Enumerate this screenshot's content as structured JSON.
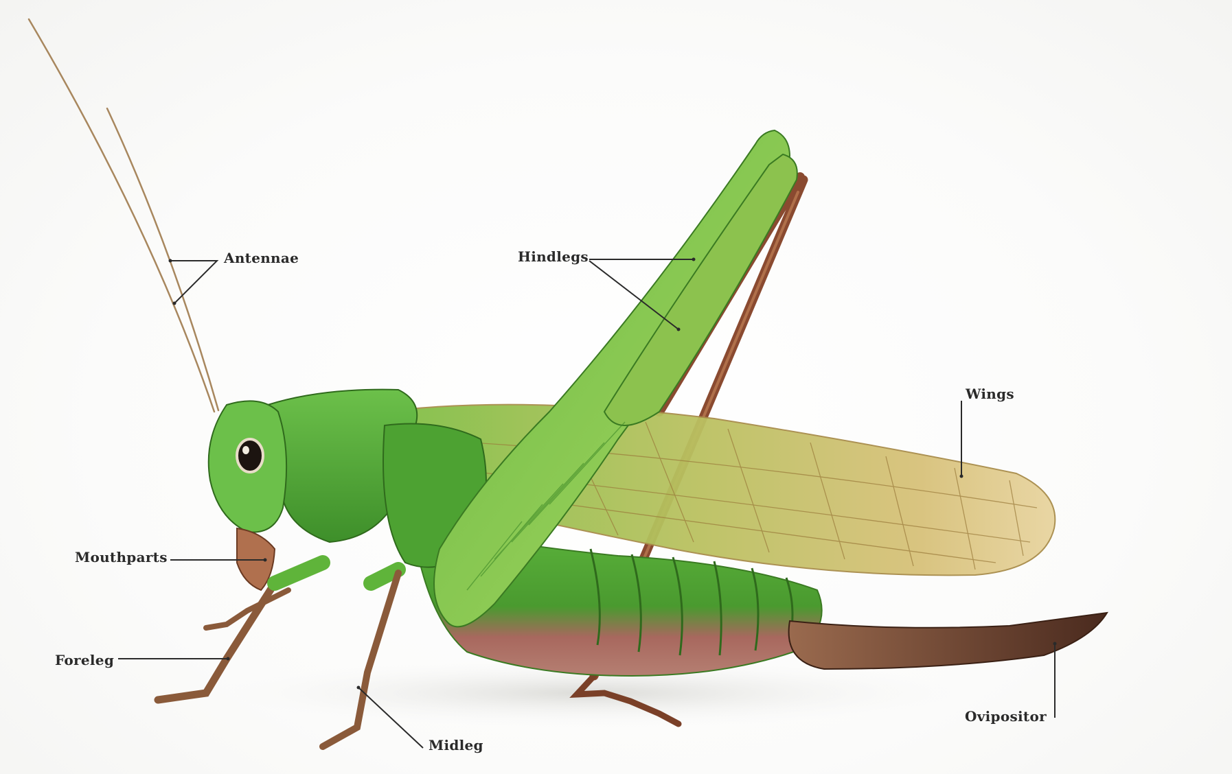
{
  "labels": {
    "antennae": "Antennae",
    "hindlegs": "Hindlegs",
    "wings": "Wings",
    "mouthparts": "Mouthparts",
    "foreleg": "Foreleg",
    "midleg": "Midleg",
    "ovipositor": "Ovipositor"
  },
  "colors": {
    "body_green": "#5fb43a",
    "dark_green": "#3d8a26",
    "wing_yellow": "#cdbf6a",
    "leg_brown": "#9a5a3a",
    "abdomen_pink": "#a8685e",
    "leader_line": "#2a2a2a"
  }
}
